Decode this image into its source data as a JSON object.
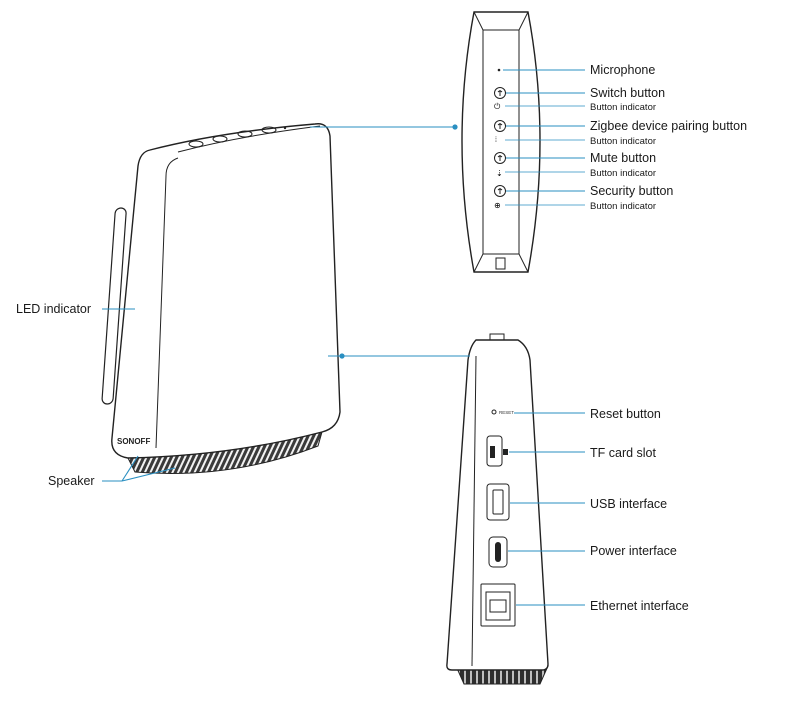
{
  "callouts": {
    "top_view": {
      "microphone": "Microphone",
      "switch_button": "Switch button",
      "switch_indicator": "Button indicator",
      "zigbee_button": "Zigbee device pairing button",
      "zigbee_indicator": "Button indicator",
      "mute_button": "Mute button",
      "mute_indicator": "Button indicator",
      "security_button": "Security button",
      "security_indicator": "Button indicator"
    },
    "side_view": {
      "reset_button": "Reset button",
      "reset_printed": "RESET",
      "tf_card_slot": "TF card slot",
      "usb_interface": "USB interface",
      "power_interface": "Power interface",
      "ethernet_interface": "Ethernet interface"
    },
    "front_view": {
      "led_indicator": "LED indicator",
      "speaker": "Speaker",
      "brand": "SONOFF"
    }
  },
  "colors": {
    "leader": "#2a8fc1",
    "outline": "#222222",
    "speaker_dark": "#2b2b2b"
  }
}
